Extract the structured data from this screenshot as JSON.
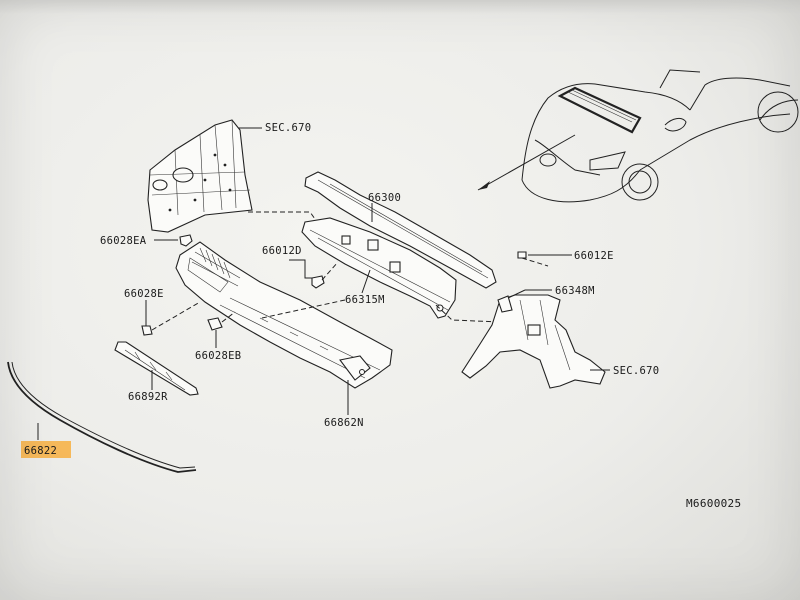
{
  "labels": {
    "sec670_top": "SEC.670",
    "p66300": "66300",
    "p66028ea": "66028EA",
    "p66012d": "66012D",
    "p66012e": "66012E",
    "p66028e": "66028E",
    "p66315m": "66315M",
    "p66348m": "66348M",
    "p66028eb": "66028EB",
    "sec670_right": "SEC.670",
    "p66892r": "66892R",
    "p66862n": "66862N",
    "p66822": "66822"
  },
  "diagram_code": "M6600025",
  "colors": {
    "highlight": "#f6b24a",
    "ink": "#222222",
    "paper": "#f1f1ee"
  }
}
